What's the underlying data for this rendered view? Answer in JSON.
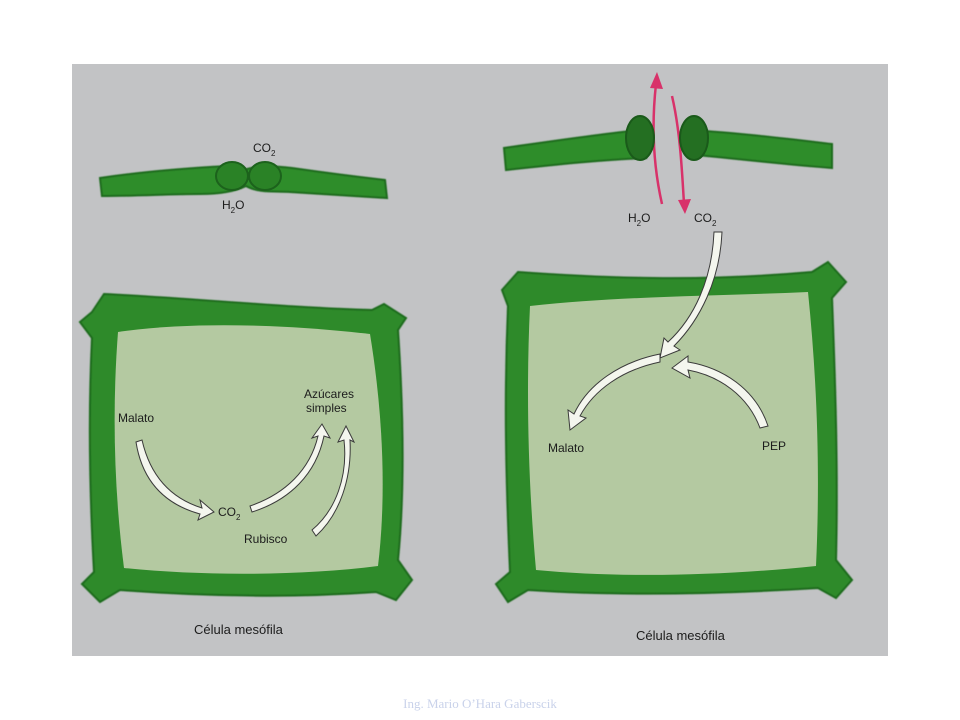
{
  "left_panel": {
    "top_label": "CO",
    "top_label_sub": "2",
    "bottom_label": "H",
    "bottom_label_sub": "2",
    "bottom_label_tail": "O",
    "malato": "Malato",
    "azucares_line1": "Azúcares",
    "azucares_line2": "simples",
    "co2": "CO",
    "co2_sub": "2",
    "rubisco": "Rubisco",
    "caption": "Célula mesófila"
  },
  "right_panel": {
    "h2o": "H",
    "h2o_sub": "2",
    "h2o_tail": "O",
    "co2": "CO",
    "co2_sub": "2",
    "malato": "Malato",
    "pep": "PEP",
    "caption": "Célula mesófila"
  },
  "footer": "Ing. Mario O’Hara Gaberscik",
  "colors": {
    "background": "#c2c3c5",
    "cell_wall": "#2e8b2a",
    "cell_wall_dark": "#1d6a1f",
    "cytoplasm": "#b3c8a0",
    "arrow_fill": "#f4f6ee",
    "pink_arrow": "#d8326a"
  }
}
